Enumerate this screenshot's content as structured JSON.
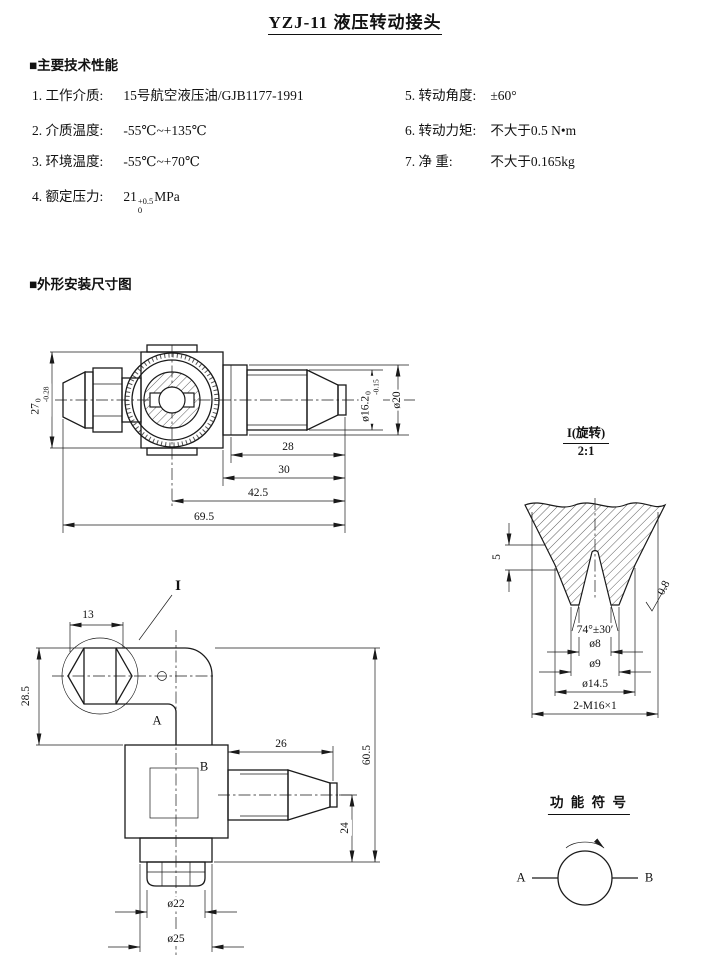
{
  "page": {
    "title": "YZJ-11  液压转动接头"
  },
  "specs": {
    "header": "■主要技术性能",
    "left": [
      {
        "label": "1. 工作介质:",
        "value": "15号航空液压油/GJB1177-1991"
      },
      {
        "label": "2. 介质温度:",
        "value": "-55℃~+135℃"
      },
      {
        "label": "3. 环境温度:",
        "value": "-55℃~+70℃"
      },
      {
        "label": "4. 额定压力:",
        "base": "21",
        "tol_sup": "+0.5",
        "tol_sub": "0",
        "unit": "MPa"
      }
    ],
    "right": [
      {
        "label": "5. 转动角度:",
        "value": "±60°"
      },
      {
        "label": "6. 转动力矩:",
        "value": "不大于0.5 N•m"
      },
      {
        "label": "7. 净  重:",
        "value": "不大于0.165kg"
      }
    ]
  },
  "drawing": {
    "header": "■外形安装尺寸图",
    "top_view": {
      "dim_height_base": "27",
      "dim_height_sup": "0",
      "dim_height_sub": "-0.28",
      "dim_thread_base": "ø16.2",
      "dim_thread_sup": "0",
      "dim_thread_sub": "-0.15",
      "dim_od": "ø20",
      "dim_len1": "28",
      "dim_len2": "30",
      "dim_len3": "42.5",
      "dim_len4": "69.5"
    },
    "detail_view": {
      "title": "I(旋转)",
      "scale": "2:1",
      "dim_depth": "5",
      "roughness": "0.8",
      "dim_angle": "74°±30′",
      "dim_d8": "ø8",
      "dim_d9": "ø9",
      "dim_d14_5": "ø14.5",
      "thread_callout": "2-M16×1"
    },
    "front_view": {
      "dim_13": "13",
      "section_label": "I",
      "dim_28_5": "28.5",
      "port_a": "A",
      "port_b": "B",
      "dim_26": "26",
      "dim_60_5": "60.5",
      "dim_24": "24",
      "dim_d22": "ø22",
      "dim_d25": "ø25"
    },
    "symbol": {
      "header": "功 能 符 号",
      "port_a": "A",
      "port_b": "B"
    }
  }
}
